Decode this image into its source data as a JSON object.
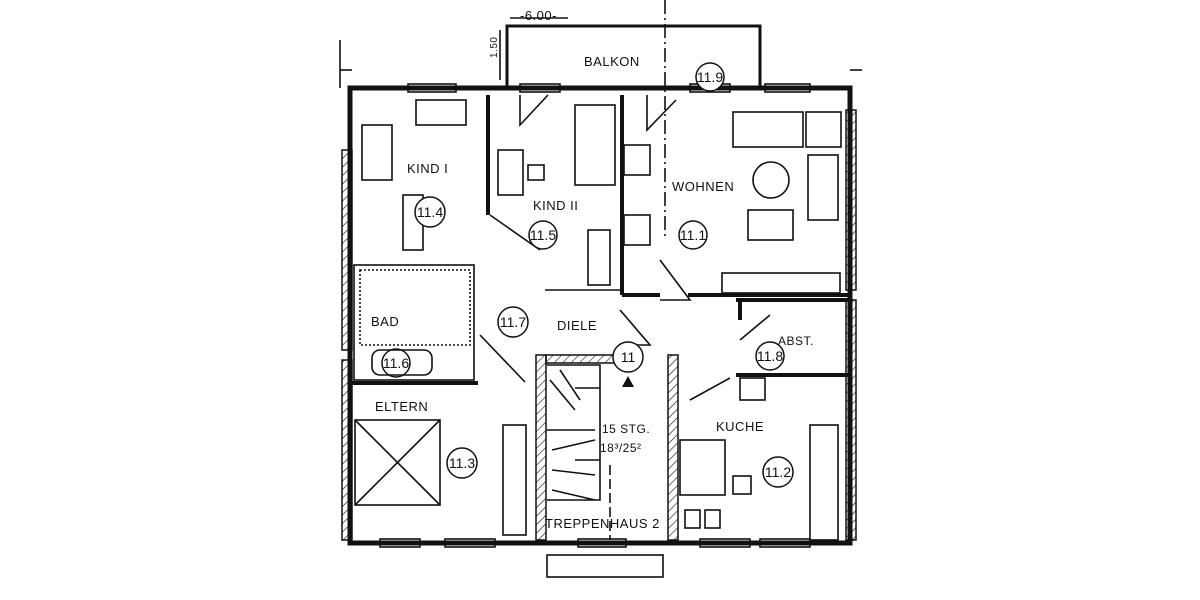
{
  "plan": {
    "dimensions": {
      "balcony_width": "-6.00-",
      "balcony_depth": "1.50"
    },
    "rooms": [
      {
        "id": "kind1",
        "label": "KIND I",
        "number": "11.4"
      },
      {
        "id": "kind2",
        "label": "KIND II",
        "number": "11.5"
      },
      {
        "id": "wohnen",
        "label": "WOHNEN",
        "number": "11.1"
      },
      {
        "id": "balkon",
        "label": "BALKON",
        "number": "11.9"
      },
      {
        "id": "bad",
        "label": "BAD",
        "number": "11.6"
      },
      {
        "id": "diele",
        "label": "DIELE",
        "number": "11.7"
      },
      {
        "id": "abst",
        "label": "ABST.",
        "number": "11.8"
      },
      {
        "id": "eltern",
        "label": "ELTERN",
        "number": "11.3"
      },
      {
        "id": "kuche",
        "label": "KUCHE",
        "number": "11.2"
      },
      {
        "id": "treppenhaus",
        "label": "TREPPENHAUS 2",
        "number": "11"
      }
    ],
    "stairs": {
      "steps": "15 STG.",
      "ratio": "18³/25²"
    }
  }
}
